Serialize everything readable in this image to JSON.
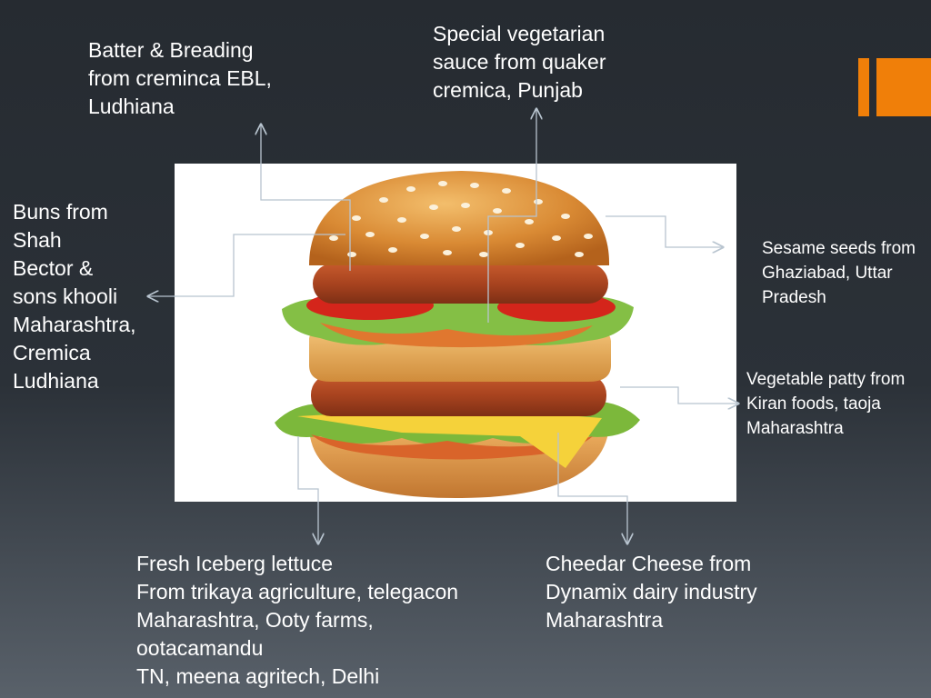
{
  "labels": {
    "batter": [
      "Batter & Breading",
      "from creminca EBL,",
      "Ludhiana"
    ],
    "sauce": [
      "Special vegetarian",
      "sauce from quaker",
      "cremica, Punjab"
    ],
    "buns": [
      "Buns from",
      "Shah",
      "Bector &",
      "sons khooli",
      "Maharashtra,",
      "Cremica",
      "Ludhiana"
    ],
    "sesame": [
      "Sesame seeds from",
      "Ghaziabad, Uttar",
      "Pradesh"
    ],
    "patty": [
      "Vegetable patty from",
      "Kiran foods, taoja",
      "Maharashtra"
    ],
    "lettuce": [
      "Fresh Iceberg lettuce",
      "From trikaya agriculture, telegacon",
      "Maharashtra, Ooty farms,",
      "ootacamandu",
      "TN, meena agritech, Delhi"
    ],
    "cheese": [
      "Cheedar Cheese from",
      "Dynamix dairy industry",
      "Maharashtra"
    ]
  },
  "colors": {
    "accent": "#f07f09",
    "connector": "#b8c4cf",
    "text": "#ffffff"
  }
}
